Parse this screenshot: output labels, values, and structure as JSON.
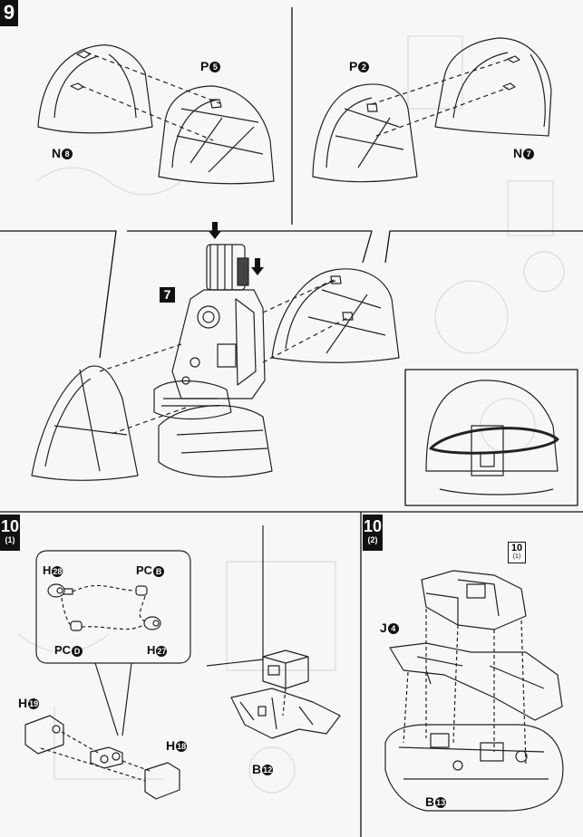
{
  "steps": {
    "s9": {
      "num": "9"
    },
    "s10a": {
      "num": "10",
      "sub": "(1)"
    },
    "s10b": {
      "num": "10",
      "sub": "(2)"
    },
    "s10ref": {
      "num": "10",
      "sub": "(1)"
    },
    "s7": {
      "num": "7"
    }
  },
  "labels": {
    "p5": {
      "letter": "P",
      "num": "5"
    },
    "n8": {
      "letter": "N",
      "num": "8"
    },
    "p2": {
      "letter": "P",
      "num": "2"
    },
    "n7": {
      "letter": "N",
      "num": "7"
    },
    "h28": {
      "letter": "H",
      "num": "28"
    },
    "pcb": {
      "letter": "PC",
      "num": "B"
    },
    "pcd": {
      "letter": "PC",
      "num": "D"
    },
    "h27": {
      "letter": "H",
      "num": "27"
    },
    "h19": {
      "letter": "H",
      "num": "19"
    },
    "h18": {
      "letter": "H",
      "num": "18"
    },
    "b12": {
      "letter": "B",
      "num": "12"
    },
    "j4": {
      "letter": "J",
      "num": "4"
    },
    "b13": {
      "letter": "B",
      "num": "13"
    }
  }
}
